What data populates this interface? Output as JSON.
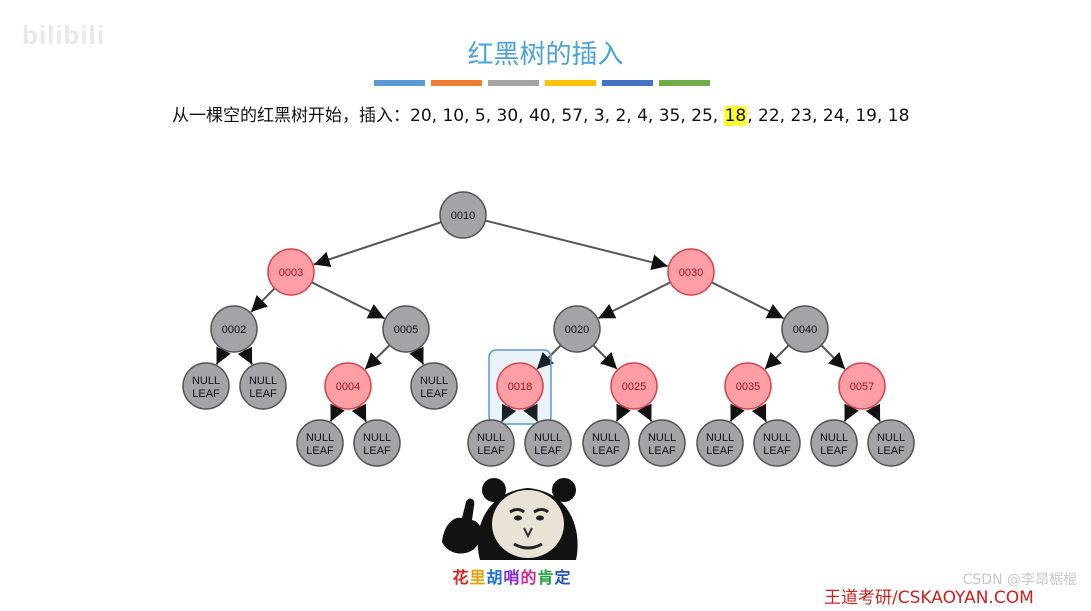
{
  "watermark": "bilibili",
  "title": "红黑树的插入",
  "color_bars": [
    "#5b9bd5",
    "#ed7d31",
    "#a5a5a5",
    "#ffc000",
    "#4472c4",
    "#70ad47"
  ],
  "sequence": {
    "before": "从一棵空的红黑树开始，插入：20, 10, 5, 30, 40, 57, 3, 2, 4, 35, 25, ",
    "highlight": "18",
    "after": ", 22, 23, 24, 19, 18"
  },
  "colors": {
    "black_fill": "#a4a4a8",
    "black_stroke": "#555555",
    "red_fill": "#ff9fa5",
    "red_stroke": "#d9424c",
    "edge": "#555555",
    "highlight_box": "#5b9bd5"
  },
  "tree": {
    "nodes": [
      {
        "id": "n10",
        "label": "0010",
        "color": "black"
      },
      {
        "id": "n3",
        "label": "0003",
        "color": "red",
        "parent": "n10"
      },
      {
        "id": "n30",
        "label": "0030",
        "color": "red",
        "parent": "n10"
      },
      {
        "id": "n2",
        "label": "0002",
        "color": "black",
        "parent": "n3"
      },
      {
        "id": "n5",
        "label": "0005",
        "color": "black",
        "parent": "n3"
      },
      {
        "id": "n20",
        "label": "0020",
        "color": "black",
        "parent": "n30"
      },
      {
        "id": "n40",
        "label": "0040",
        "color": "black",
        "parent": "n30"
      },
      {
        "id": "l2a",
        "label": "NULL\nLEAF",
        "color": "black",
        "parent": "n2"
      },
      {
        "id": "l2b",
        "label": "NULL\nLEAF",
        "color": "black",
        "parent": "n2"
      },
      {
        "id": "n4",
        "label": "0004",
        "color": "red",
        "parent": "n5"
      },
      {
        "id": "l5b",
        "label": "NULL\nLEAF",
        "color": "black",
        "parent": "n5"
      },
      {
        "id": "n18",
        "label": "0018",
        "color": "red",
        "parent": "n20",
        "highlighted": true
      },
      {
        "id": "n25",
        "label": "0025",
        "color": "red",
        "parent": "n20"
      },
      {
        "id": "n35",
        "label": "0035",
        "color": "red",
        "parent": "n40"
      },
      {
        "id": "n57",
        "label": "0057",
        "color": "red",
        "parent": "n40"
      },
      {
        "id": "l4a",
        "label": "NULL\nLEAF",
        "color": "black",
        "parent": "n4"
      },
      {
        "id": "l4b",
        "label": "NULL\nLEAF",
        "color": "black",
        "parent": "n4"
      },
      {
        "id": "l18a",
        "label": "NULL\nLEAF",
        "color": "black",
        "parent": "n18"
      },
      {
        "id": "l18b",
        "label": "NULL\nLEAF",
        "color": "black",
        "parent": "n18"
      },
      {
        "id": "l25a",
        "label": "NULL\nLEAF",
        "color": "black",
        "parent": "n25"
      },
      {
        "id": "l25b",
        "label": "NULL\nLEAF",
        "color": "black",
        "parent": "n25"
      },
      {
        "id": "l35a",
        "label": "NULL\nLEAF",
        "color": "black",
        "parent": "n35"
      },
      {
        "id": "l35b",
        "label": "NULL\nLEAF",
        "color": "black",
        "parent": "n35"
      },
      {
        "id": "l57a",
        "label": "NULL\nLEAF",
        "color": "black",
        "parent": "n57"
      },
      {
        "id": "l57b",
        "label": "NULL\nLEAF",
        "color": "black",
        "parent": "n57"
      }
    ]
  },
  "meme": {
    "caption_chars": [
      "花",
      "里",
      "胡",
      "哨",
      "的",
      "肯",
      "定"
    ],
    "caption_colors": [
      "#e0201c",
      "#e8a000",
      "#1d6fd6",
      "#8a2bd8",
      "#d62a8a",
      "#1fa23c",
      "#2050c8"
    ]
  },
  "footer": {
    "csdn": "CSDN @李昂椐棍",
    "brand": "王道考研/CSKAOYAN.COM"
  }
}
